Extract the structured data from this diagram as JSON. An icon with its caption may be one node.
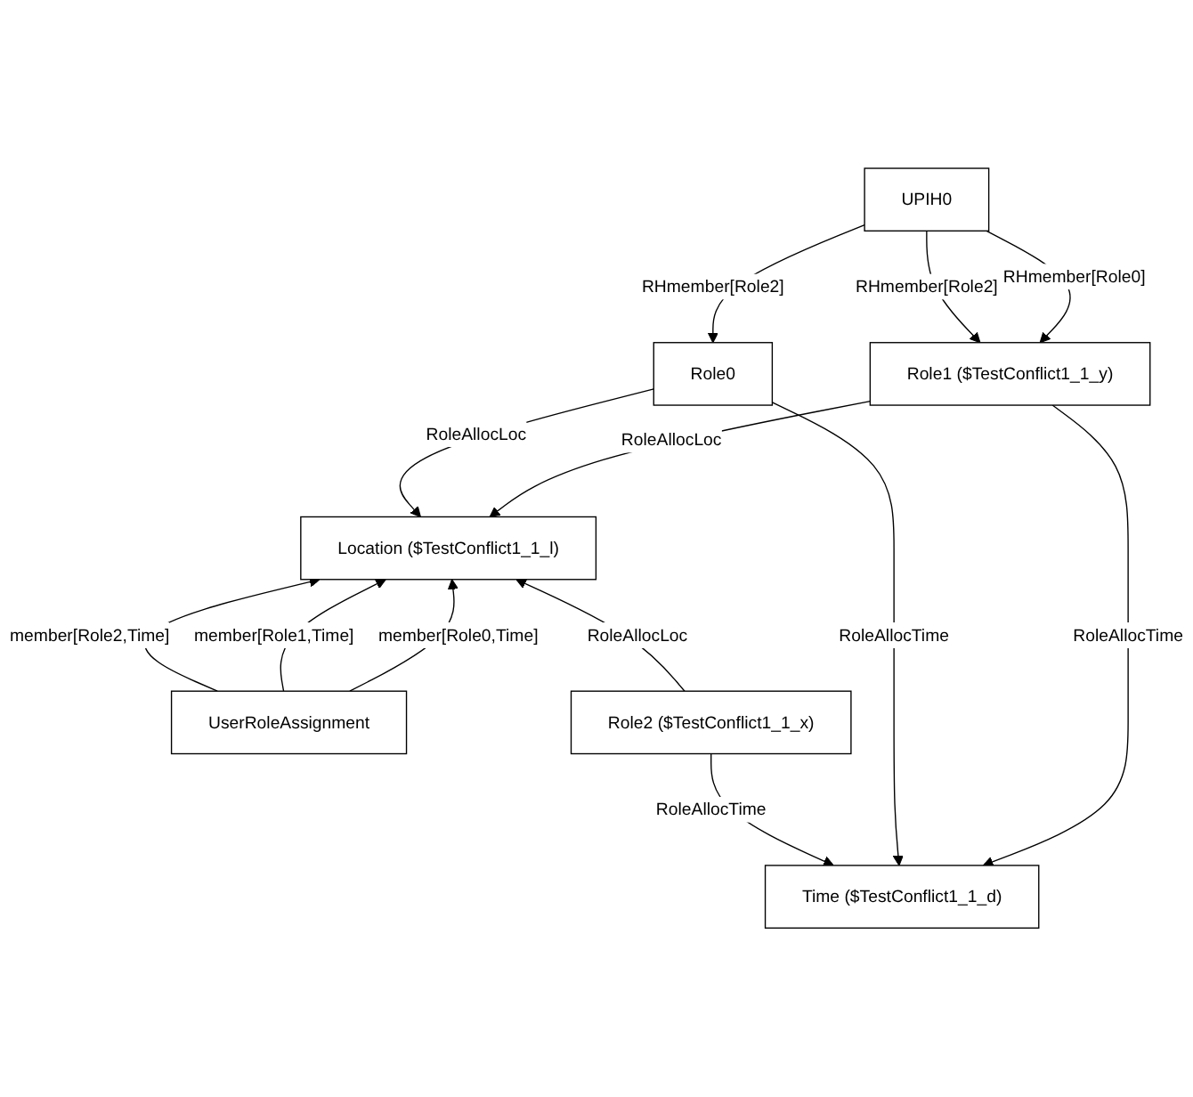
{
  "diagram": {
    "nodes": [
      {
        "text": [
          "UPIH0"
        ]
      },
      {
        "text": [
          "Role1 ($TestConflict1_1_y)"
        ]
      },
      {
        "text": [
          "Role0"
        ]
      },
      {
        "text": [
          "Location ($TestConflict1_1_l)"
        ]
      },
      {
        "text": [
          "Time ($TestConflict1_1_d)"
        ]
      },
      {
        "text": [
          "UserRoleAssignment"
        ]
      },
      {
        "text": [
          "Role2 ($TestConflict1_1_x)"
        ]
      }
    ],
    "edges": [
      {
        "from": 0,
        "to": 1,
        "arrow": "to",
        "label": "RHmember[Role0]"
      },
      {
        "from": 0,
        "to": 1,
        "arrow": "to",
        "label": "RHmember[Role2]"
      },
      {
        "from": 0,
        "to": 2,
        "arrow": "to",
        "label": "RHmember[Role2]"
      },
      {
        "from": 1,
        "to": 3,
        "arrow": "to",
        "label": "RoleAllocLoc"
      },
      {
        "from": 1,
        "to": 4,
        "arrow": "to",
        "label": "RoleAllocTime"
      },
      {
        "from": 2,
        "to": 3,
        "arrow": "to",
        "label": "RoleAllocLoc"
      },
      {
        "from": 2,
        "to": 4,
        "arrow": "to",
        "label": "RoleAllocTime"
      },
      {
        "from": 5,
        "to": 3,
        "arrow": "to",
        "label": "member[Role0,Time]"
      },
      {
        "from": 5,
        "to": 3,
        "arrow": "to",
        "label": "member[Role1,Time]"
      },
      {
        "from": 5,
        "to": 3,
        "arrow": "to",
        "label": "member[Role2,Time]"
      },
      {
        "from": 6,
        "to": 3,
        "arrow": "to",
        "label": "RoleAllocLoc"
      },
      {
        "from": 6,
        "to": 4,
        "arrow": "to",
        "label": "RoleAllocTime"
      }
    ]
  }
}
